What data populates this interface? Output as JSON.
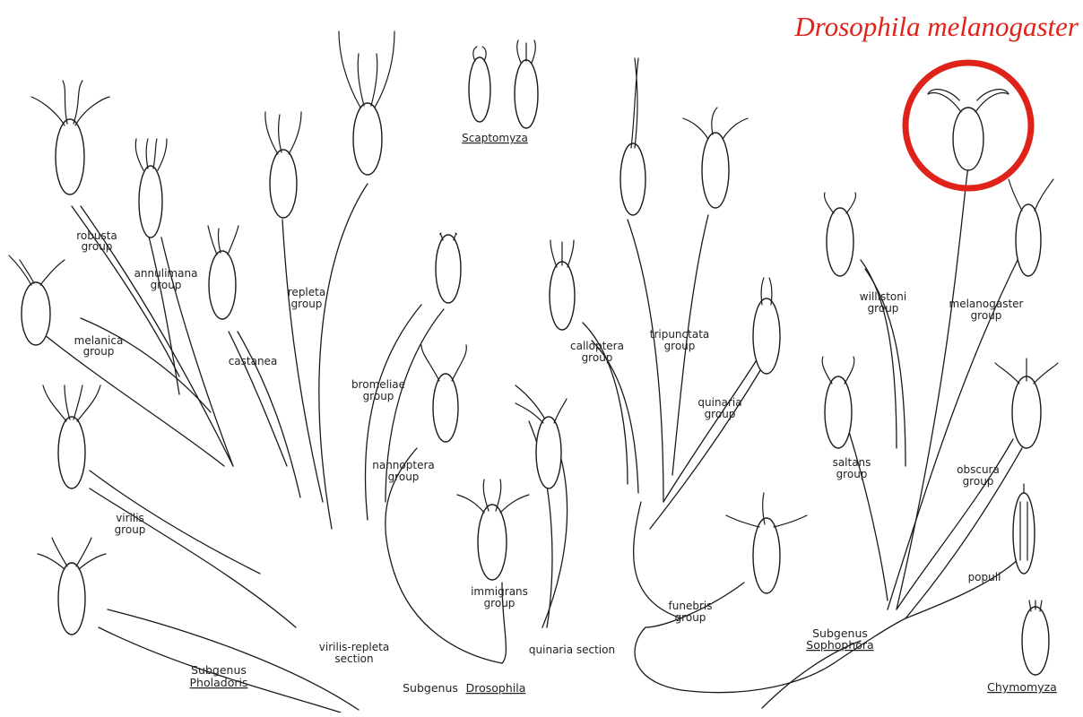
{
  "highlight": {
    "title": "Drosophila melanogaster",
    "color": "#e0231a"
  },
  "labels": {
    "scaptomyza": "Scaptomyza",
    "robusta_1": "robusta",
    "robusta_2": "group",
    "annulimana_1": "annulimana",
    "annulimana_2": "group",
    "repleta_1": "repleta",
    "repleta_2": "group",
    "melanica_1": "melanica",
    "melanica_2": "group",
    "castanea": "castanea",
    "bromeliae_1": "bromeliae",
    "bromeliae_2": "group",
    "nannoptera_1": "nannoptera",
    "nannoptera_2": "group",
    "calloptera_1": "calloptera",
    "calloptera_2": "group",
    "tripunctata_1": "tripunctata",
    "tripunctata_2": "group",
    "quinaria_1": "quinaria",
    "quinaria_2": "group",
    "willistoni_1": "willistoni",
    "willistoni_2": "group",
    "melanogaster_1": "melanogaster",
    "melanogaster_2": "group",
    "saltans_1": "saltans",
    "saltans_2": "group",
    "obscura_1": "obscura",
    "obscura_2": "group",
    "virilis_1": "virilis",
    "virilis_2": "group",
    "immigrans_1": "immigrans",
    "immigrans_2": "group",
    "funebris_1": "funebris",
    "funebris_2": "group",
    "populi": "populi",
    "virilis_repleta_1": "virilis-repleta",
    "virilis_repleta_2": "section",
    "quinaria_section": "quinaria section",
    "subgenus_pholadoris_1": "Subgenus",
    "subgenus_pholadoris_2": "Pholadoris",
    "subgenus_drosophila_1": "Subgenus",
    "subgenus_drosophila_2": "Drosophila",
    "subgenus_sophophora_1": "Subgenus",
    "subgenus_sophophora_2": "Sophophora",
    "chymomyza": "Chymomyza"
  }
}
